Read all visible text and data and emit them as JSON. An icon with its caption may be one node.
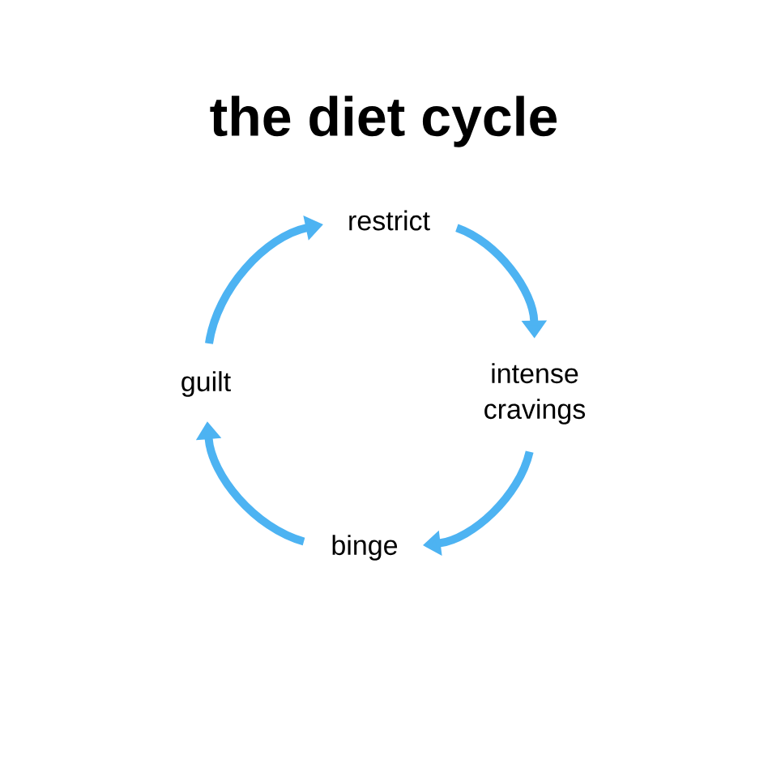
{
  "diagram": {
    "title": "the diet cycle",
    "nodes": [
      {
        "text": [
          "restrict"
        ]
      },
      {
        "text": [
          "intense cravings"
        ]
      },
      {
        "text": [
          "binge"
        ]
      },
      {
        "text": [
          "guilt"
        ]
      }
    ],
    "edges": [
      {
        "from": 0,
        "to": 1,
        "arrow": "to"
      },
      {
        "from": 1,
        "to": 2,
        "arrow": "to"
      },
      {
        "from": 2,
        "to": 3,
        "arrow": "to"
      },
      {
        "from": 3,
        "to": 0,
        "arrow": "to"
      }
    ]
  }
}
